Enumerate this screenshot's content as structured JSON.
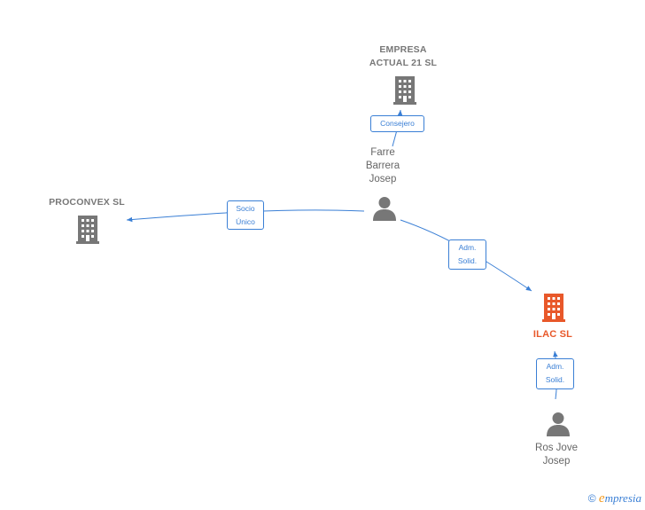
{
  "colors": {
    "edge": "#3A7FD5",
    "company": "#777777",
    "main_company": "#E8582A",
    "person": "#777777"
  },
  "nodes": {
    "empresa_actual": {
      "label_line1": "EMPRESA",
      "label_line2": "ACTUAL 21 SL",
      "icon": "building-icon"
    },
    "proconvex": {
      "label": "PROCONVEX SL",
      "icon": "building-icon"
    },
    "ilac": {
      "label": "ILAC SL",
      "icon": "building-icon"
    },
    "farre": {
      "line1": "Farre",
      "line2": "Barrera",
      "line3": "Josep",
      "icon": "person-icon"
    },
    "ros": {
      "line1": "Ros Jove",
      "line2": "Josep",
      "icon": "person-icon"
    }
  },
  "edges": {
    "consejero": {
      "label": "Consejero"
    },
    "socio": {
      "line1": "Socio",
      "line2": "Único"
    },
    "adm1": {
      "line1": "Adm.",
      "line2": "Solid."
    },
    "adm2": {
      "line1": "Adm.",
      "line2": "Solid."
    }
  },
  "footer": {
    "copyright": "©",
    "brand_initial": "e",
    "brand_rest": "mpresia"
  }
}
